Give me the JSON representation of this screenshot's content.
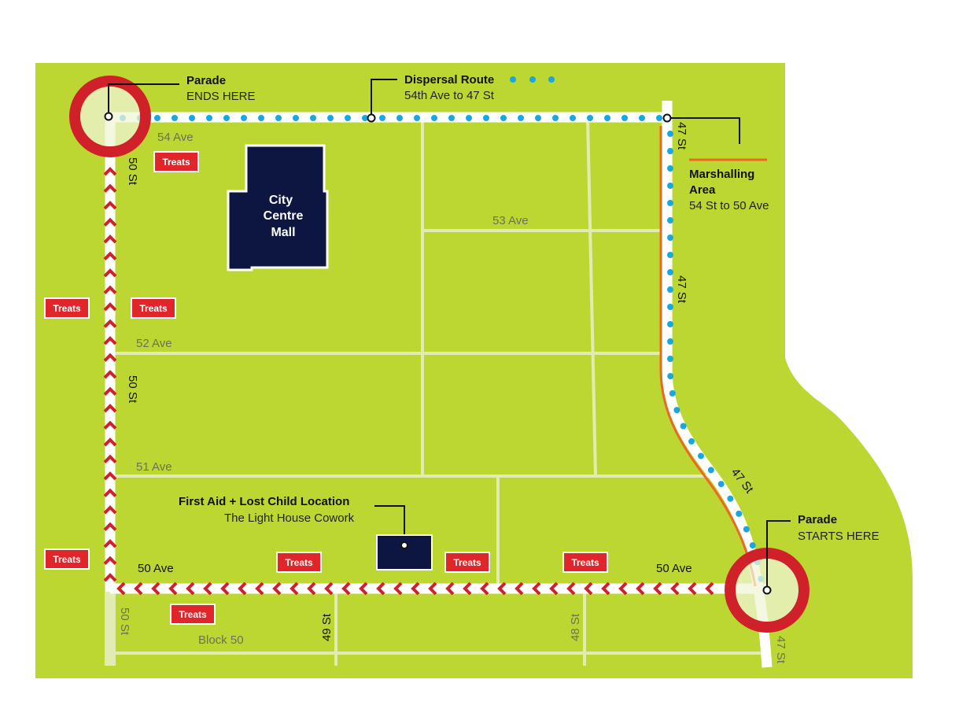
{
  "colors": {
    "land": "#bdd732",
    "minor_road": "#e2ebb2",
    "route_red": "#d0202a",
    "dispersal_blue": "#1aa7e0",
    "marshalling_orange": "#ea6a22",
    "building_navy": "#0d1640",
    "treats_red": "#e0252b"
  },
  "callouts": {
    "parade_end": {
      "title": "Parade",
      "subtitle": "ENDS HERE"
    },
    "dispersal": {
      "title": "Dispersal Route",
      "subtitle": "54th Ave to 47 St"
    },
    "marshalling": {
      "title_line1": "Marshalling",
      "title_line2": "Area",
      "subtitle": "54 St to 50 Ave"
    },
    "parade_start": {
      "title": "Parade",
      "subtitle": "STARTS HERE"
    },
    "first_aid": {
      "title": "First Aid + Lost Child Location",
      "subtitle": "The Light House Cowork"
    }
  },
  "buildings": {
    "mall": {
      "line1": "City",
      "line2": "Centre",
      "line3": "Mall"
    }
  },
  "streets": {
    "ave54": "54 Ave",
    "ave53": "53 Ave",
    "ave52": "52 Ave",
    "ave51": "51 Ave",
    "ave50": "50 Ave",
    "st50": "50 St",
    "st49": "49 St",
    "st48": "48 St",
    "st47": "47 St",
    "block50": "Block 50"
  },
  "treats_label": "Treats"
}
